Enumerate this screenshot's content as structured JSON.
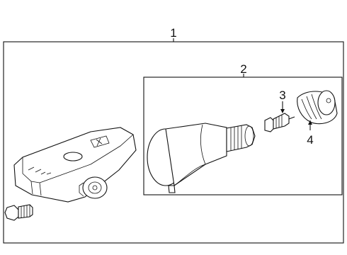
{
  "callouts": {
    "assembly": "1",
    "valve_kit": "2",
    "valve_core": "3",
    "cap": "4"
  },
  "colors": {
    "line": "#111111",
    "background": "#ffffff"
  }
}
